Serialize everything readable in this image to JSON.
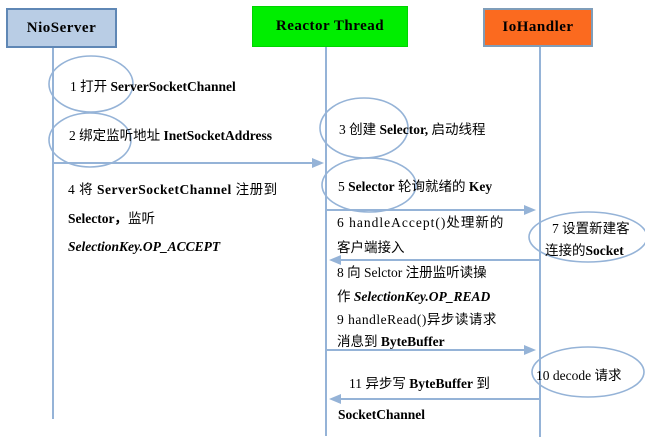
{
  "diagram_title": "NIO Reactor sequence diagram",
  "colors": {
    "line": "#95b3d7",
    "nioserver_fill": "#b9cde5",
    "nioserver_border": "#5f87b5",
    "reactor_fill": "#00ee00",
    "iohandler_fill": "#fb6a1f",
    "iohandler_border": "#7f9db9",
    "text": "#000000"
  },
  "participants": [
    {
      "label": "NioServer"
    },
    {
      "label": "Reactor Thread"
    },
    {
      "label": "IoHandler"
    }
  ],
  "messages": {
    "m1": {
      "parts": [
        "1 打开 ",
        "ServerSocketChannel"
      ]
    },
    "m2": {
      "parts": [
        "2 绑定监听地址 ",
        "InetSocketAddress"
      ]
    },
    "m3": {
      "parts": [
        "3 创建 ",
        "Selector,",
        " 启动线程"
      ]
    },
    "m4": {
      "line1": [
        "4 将 ",
        "ServerSocketChannel",
        " 注册到"
      ],
      "line2": [
        "Selector，",
        "监听"
      ],
      "line3": [
        "SelectionKey.OP_ACCEPT"
      ]
    },
    "m5": {
      "parts": [
        "5 ",
        "Selector",
        " 轮询就绪的 ",
        "Key"
      ]
    },
    "m6": {
      "line1": [
        "6 handleAccept()处理新的"
      ],
      "line2": [
        "客户端接入"
      ]
    },
    "m7": {
      "line1": [
        "7 设置新建客"
      ],
      "line2": [
        "连接的",
        "Socket"
      ]
    },
    "m8": {
      "line1": [
        "8 向 Selctor 注册监听读操"
      ],
      "line2": [
        "作 ",
        "SelectionKey.OP_READ"
      ]
    },
    "m9": {
      "line1": [
        "9 handleRead()异步读请求"
      ],
      "line2": [
        "消息到 ",
        "ByteBuffer"
      ]
    },
    "m10": {
      "parts": [
        "10 decode 请求"
      ]
    },
    "m11": {
      "line1": [
        "11 异步写 ",
        "ByteBuffer",
        " 到"
      ],
      "line2": [
        "SocketChannel"
      ]
    }
  }
}
